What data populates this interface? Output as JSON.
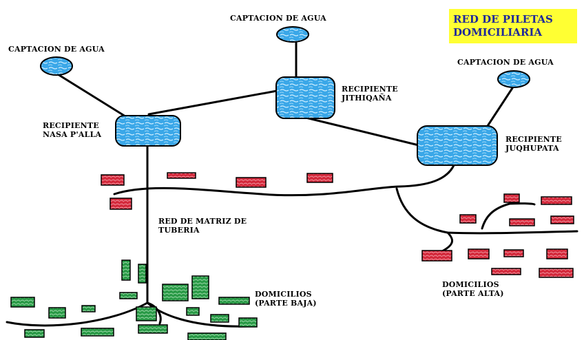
{
  "title": {
    "line1": "RED DE PILETAS",
    "line2": "DOMICILIARIA"
  },
  "labels": {
    "captacion_top": "CAPTACION DE AGUA",
    "captacion_left": "CAPTACION DE AGUA",
    "captacion_right": "CAPTACION DE AGUA",
    "recipiente_jithiqana": [
      "RECIPIENTE",
      "JITHIQAÑA"
    ],
    "recipiente_nasa": [
      "RECIPIENTE",
      "NASA P'ALLA"
    ],
    "recipiente_juqhupata": [
      "RECIPIENTE",
      "JUQHUPATA"
    ],
    "red_matriz": [
      "RED DE MATRIZ DE",
      "TUBERIA"
    ],
    "domicilios_baja": [
      "DOMICILIOS",
      "(PARTE BAJA)"
    ],
    "domicilios_alta": [
      "DOMICILIOS",
      "(PARTE ALTA)"
    ]
  },
  "colors": {
    "water": "#3aa7e8",
    "water_light": "#bfe6ff",
    "house_red": "#d42a3c",
    "house_green": "#2a9a47",
    "title_bg": "#ffff33",
    "title_text": "#1f2a9a"
  }
}
